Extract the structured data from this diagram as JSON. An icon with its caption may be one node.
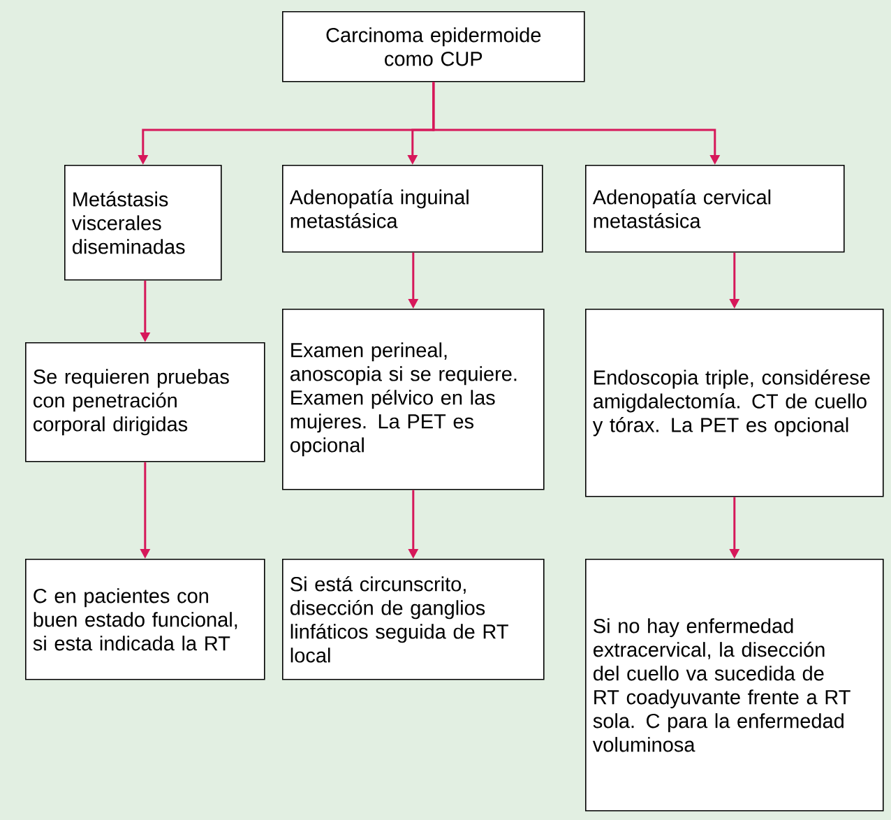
{
  "diagram": {
    "nodes": [
      {
        "text": [
          "Carcinoma epidermoide como CUP"
        ]
      },
      {
        "text": [
          "Metástasis viscerales diseminadas"
        ]
      },
      {
        "text": [
          "Adenopatía inguinal metastásica"
        ]
      },
      {
        "text": [
          "Adenopatía cervical metastásica"
        ]
      },
      {
        "text": [
          "Se requieren pruebas con penetración corporal dirigidas"
        ]
      },
      {
        "text": [
          "Examen perineal, anoscopia si se requiere. Examen pélvico en las mujeres. La PET es opcional"
        ]
      },
      {
        "text": [
          "Endoscopia triple, considérese amigdalectomía. CT de cuello y tórax. La PET es opcional"
        ]
      },
      {
        "text": [
          "C en pacientes con buen estado funcional, si esta indicada la RT"
        ]
      },
      {
        "text": [
          "Si está circunscrito, disección de ganglios linfáticos seguida de RT local"
        ]
      },
      {
        "text": [
          "Si no hay enfermedad extracervical, la disección del cuello va sucedida de RT coadyuvante frente a RT sola. C para la enfermedad voluminosa"
        ]
      }
    ],
    "edges": [
      {
        "from": 0,
        "to": 1,
        "arrow": "to"
      },
      {
        "from": 0,
        "to": 2,
        "arrow": "to"
      },
      {
        "from": 0,
        "to": 3,
        "arrow": "to"
      },
      {
        "from": 1,
        "to": 4,
        "arrow": "to"
      },
      {
        "from": 2,
        "to": 5,
        "arrow": "to"
      },
      {
        "from": 3,
        "to": 6,
        "arrow": "to"
      },
      {
        "from": 4,
        "to": 7,
        "arrow": "to"
      },
      {
        "from": 5,
        "to": 8,
        "arrow": "to"
      },
      {
        "from": 6,
        "to": 9,
        "arrow": "to"
      }
    ]
  }
}
